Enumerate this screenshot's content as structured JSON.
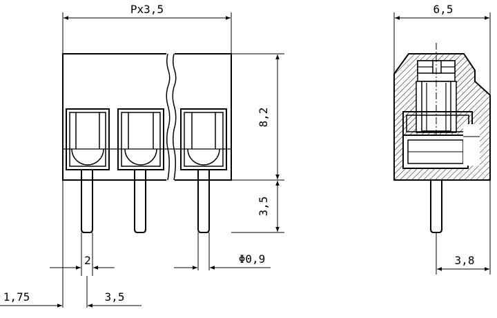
{
  "labels": {
    "pitch_total": "Px3,5",
    "side_width": "6,5",
    "body_height": "8,2",
    "pin_length": "3,5",
    "pin_spacing": "2",
    "pin_diameter": "Φ0,9",
    "pin_offset": "3,8",
    "edge_offset": "1,75",
    "pitch": "3,5"
  }
}
